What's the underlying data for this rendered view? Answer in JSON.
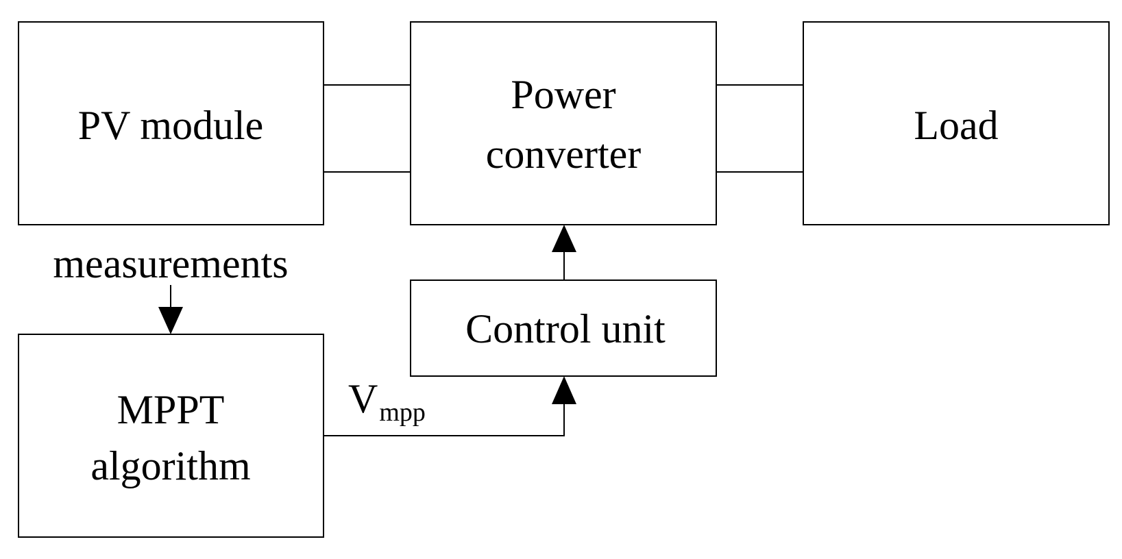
{
  "blocks": {
    "pv_module": {
      "label": "PV module"
    },
    "power_converter": {
      "line1": "Power",
      "line2": "converter"
    },
    "load": {
      "label": "Load"
    },
    "control_unit": {
      "label": "Control unit"
    },
    "mppt": {
      "line1": "MPPT",
      "line2": "algorithm"
    }
  },
  "signals": {
    "measurements": "measurements",
    "vmpp_main": "V",
    "vmpp_sub": "mpp"
  },
  "colors": {
    "stroke": "#000000",
    "background": "#ffffff"
  }
}
